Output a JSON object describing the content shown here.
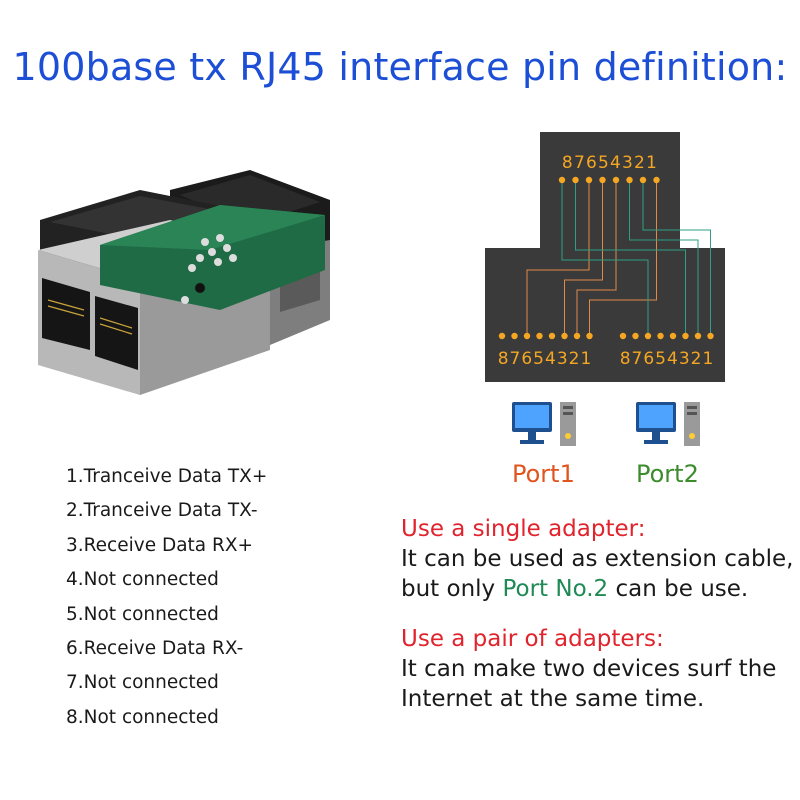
{
  "title": "100base tx RJ45 interface pin definition:",
  "product_image": {
    "icon": "rj45-splitter-adapter"
  },
  "diagram": {
    "top_pin_label": "87654321",
    "bottom_left_pin_label": "87654321",
    "bottom_right_pin_label": "87654321",
    "board_color": "#3a3a3a",
    "pin_color": "#f5a623",
    "port1_wire_color": "#e08a4a",
    "port2_wire_color": "#2e9e86"
  },
  "ports": {
    "port1": {
      "label": "Port1",
      "color": "#e0541f",
      "icon": "desktop-computer-icon"
    },
    "port2": {
      "label": "Port2",
      "color": "#3c8c2e",
      "icon": "desktop-computer-icon"
    }
  },
  "pin_definitions": [
    "1.Tranceive Data TX+",
    "2.Tranceive Data TX-",
    "3.Receive Data RX+",
    "4.Not connected",
    "5.Not connected",
    "6.Receive Data RX-",
    "7.Not connected",
    "8.Not connected"
  ],
  "single_adapter": {
    "heading": "Use a single adapter:",
    "line1": "It can be used as extension cable,",
    "line2_prefix": "but only ",
    "line2_highlight": "Port No.2",
    "line2_suffix": " can be use."
  },
  "pair_adapter": {
    "heading": "Use a pair of adapters:",
    "line1": "It can make two devices surf the",
    "line2": "Internet at the same time."
  },
  "colors": {
    "title": "#1d4fd6",
    "heading_red": "#e0232c",
    "highlight_green": "#1f8a55"
  }
}
